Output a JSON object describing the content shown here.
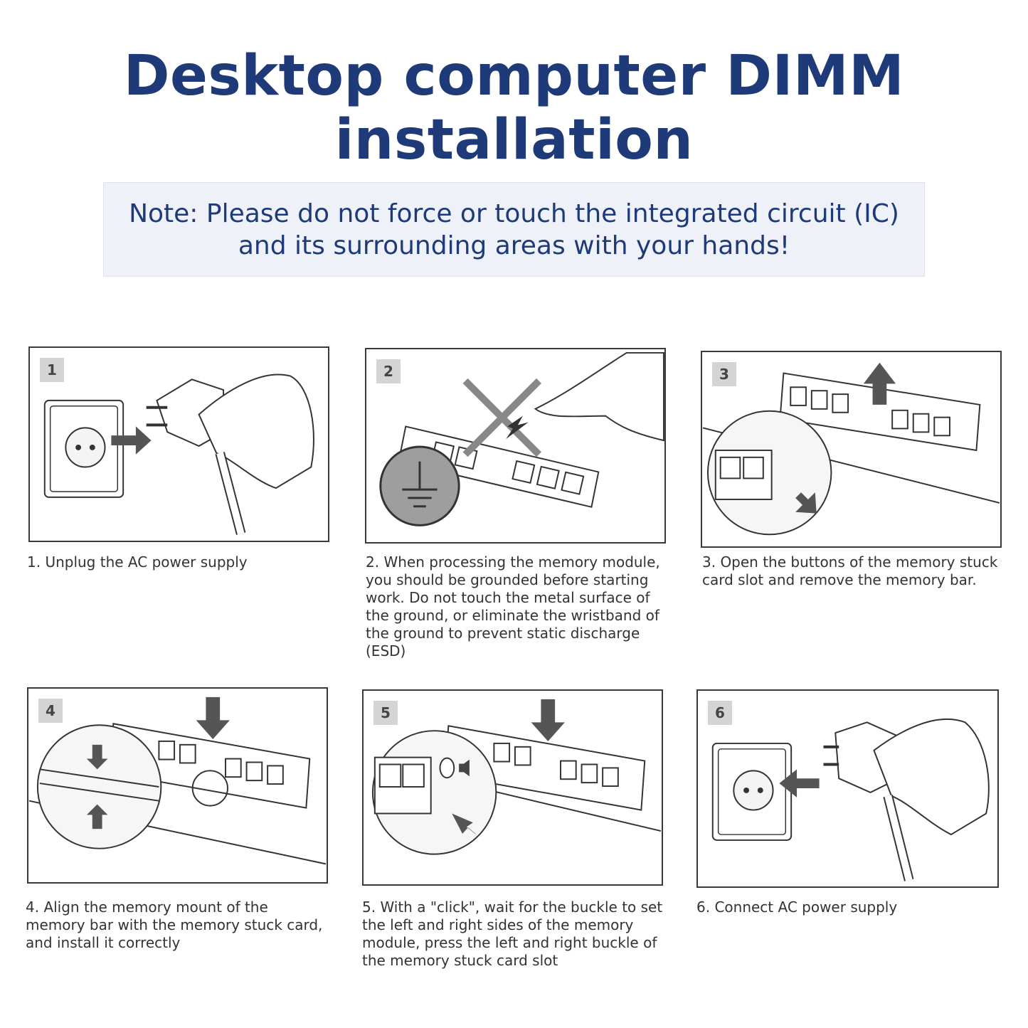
{
  "title": "Desktop computer DIMM installation",
  "note": {
    "line1": "Note: Please do not force or touch the integrated circuit (IC)",
    "line2": "and its surrounding areas with your hands!"
  },
  "colors": {
    "title": "#1e3a78",
    "note_bg": "#eef1f8"
  },
  "steps": [
    {
      "badge": "1",
      "caption": "1. Unplug the AC power supply",
      "icon": "unplug-illustration"
    },
    {
      "badge": "2",
      "caption": "2. When processing the memory module, you should be grounded before starting work. Do not touch the metal surface of the ground, or eliminate the wristband of the ground to prevent static discharge (ESD)",
      "icon": "grounding-illustration"
    },
    {
      "badge": "3",
      "caption": "3. Open the buttons of the memory stuck card slot and remove the memory bar.",
      "icon": "remove-memory-illustration"
    },
    {
      "badge": "4",
      "caption": "4. Align the memory mount of the memory bar with the memory stuck card, and install it correctly",
      "icon": "align-memory-illustration"
    },
    {
      "badge": "5",
      "caption": "5. With a \"click\", wait for the buckle to set the left and right sides of the memory module, press the left and right buckle of the memory stuck card slot",
      "icon": "click-buckle-illustration"
    },
    {
      "badge": "6",
      "caption": "6. Connect AC power supply",
      "icon": "plug-in-illustration"
    }
  ]
}
